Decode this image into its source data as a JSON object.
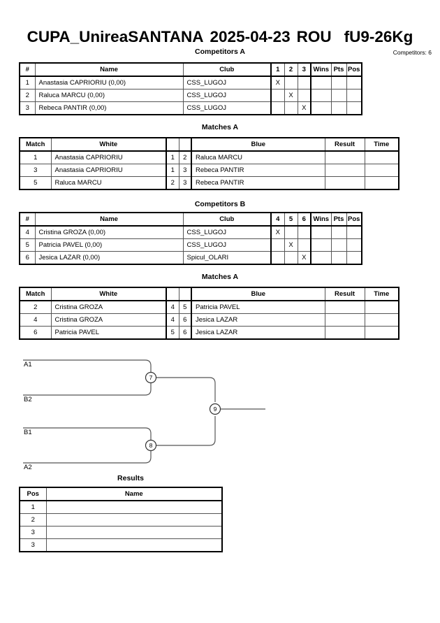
{
  "header": {
    "title_event": "CUPA_UnireaSANTANA",
    "title_date": "2025-04-23",
    "title_country": "ROU",
    "title_category": "fU9-26Kg",
    "competitors_label": "Competitors: 6"
  },
  "pools": [
    {
      "caption": "Competitors A",
      "columns": [
        "#",
        "Name",
        "Club",
        "1",
        "2",
        "3",
        "Wins",
        "Pts",
        "Pos"
      ],
      "rows": [
        {
          "num": "1",
          "name": "Anastasia CAPRIORIU  (0,00)",
          "club": "CSS_LUGOJ",
          "marks": [
            "X",
            "",
            ""
          ],
          "wins": "",
          "pts": "",
          "pos": ""
        },
        {
          "num": "2",
          "name": "Raluca MARCU  (0,00)",
          "club": "CSS_LUGOJ",
          "marks": [
            "",
            "X",
            ""
          ],
          "wins": "",
          "pts": "",
          "pos": ""
        },
        {
          "num": "3",
          "name": "Rebeca PANTIR  (0,00)",
          "club": "CSS_LUGOJ",
          "marks": [
            "",
            "",
            "X"
          ],
          "wins": "",
          "pts": "",
          "pos": ""
        }
      ]
    },
    {
      "caption": "Competitors B",
      "columns": [
        "#",
        "Name",
        "Club",
        "4",
        "5",
        "6",
        "Wins",
        "Pts",
        "Pos"
      ],
      "rows": [
        {
          "num": "4",
          "name": "Cristina GROZA  (0,00)",
          "club": "CSS_LUGOJ",
          "marks": [
            "X",
            "",
            ""
          ],
          "wins": "",
          "pts": "",
          "pos": ""
        },
        {
          "num": "5",
          "name": "Patricia PAVEL  (0,00)",
          "club": "CSS_LUGOJ",
          "marks": [
            "",
            "X",
            ""
          ],
          "wins": "",
          "pts": "",
          "pos": ""
        },
        {
          "num": "6",
          "name": "Jesica LAZAR  (0,00)",
          "club": "Spicul_OLARI",
          "marks": [
            "",
            "",
            "X"
          ],
          "wins": "",
          "pts": "",
          "pos": ""
        }
      ]
    }
  ],
  "matches": [
    {
      "caption": "Matches A",
      "columns": [
        "Match",
        "White",
        "",
        "",
        "Blue",
        "Result",
        "Time"
      ],
      "rows": [
        {
          "match": "1",
          "white": "Anastasia CAPRIORIU",
          "white_num": "1",
          "blue_num": "2",
          "blue": "Raluca MARCU",
          "result": "",
          "time": ""
        },
        {
          "match": "3",
          "white": "Anastasia CAPRIORIU",
          "white_num": "1",
          "blue_num": "3",
          "blue": "Rebeca PANTIR",
          "result": "",
          "time": ""
        },
        {
          "match": "5",
          "white": "Raluca MARCU",
          "white_num": "2",
          "blue_num": "3",
          "blue": "Rebeca PANTIR",
          "result": "",
          "time": ""
        }
      ]
    },
    {
      "caption": "Matches A",
      "columns": [
        "Match",
        "White",
        "",
        "",
        "Blue",
        "Result",
        "Time"
      ],
      "rows": [
        {
          "match": "2",
          "white": "Cristina GROZA",
          "white_num": "4",
          "blue_num": "5",
          "blue": "Patricia PAVEL",
          "result": "",
          "time": ""
        },
        {
          "match": "4",
          "white": "Cristina GROZA",
          "white_num": "4",
          "blue_num": "6",
          "blue": "Jesica LAZAR",
          "result": "",
          "time": ""
        },
        {
          "match": "6",
          "white": "Patricia PAVEL",
          "white_num": "5",
          "blue_num": "6",
          "blue": "Jesica LAZAR",
          "result": "",
          "time": ""
        }
      ]
    }
  ],
  "bracket": {
    "seeds": {
      "top_upper": "A1",
      "top_lower": "B2",
      "bottom_upper": "B1",
      "bottom_lower": "A2"
    },
    "nodes": {
      "semifinal_top": "7",
      "semifinal_bottom": "8",
      "final": "9"
    }
  },
  "results": {
    "caption": "Results",
    "columns": [
      "Pos",
      "Name"
    ],
    "rows": [
      {
        "pos": "1",
        "name": ""
      },
      {
        "pos": "2",
        "name": ""
      },
      {
        "pos": "3",
        "name": ""
      },
      {
        "pos": "3",
        "name": ""
      }
    ]
  }
}
